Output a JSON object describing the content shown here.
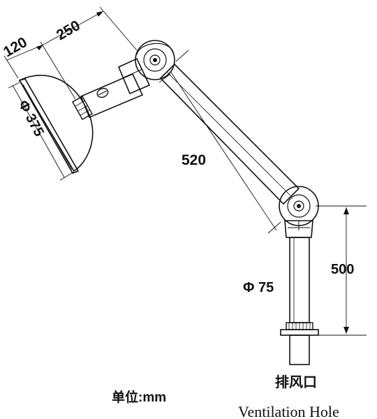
{
  "dimensions": {
    "hood_depth": "120",
    "arm_short": "250",
    "hood_diameter": "Φ 375",
    "arm_long": "520",
    "pipe_diameter": "Φ 75",
    "riser_height": "500"
  },
  "unit_label": "单位:mm",
  "vent_hole": {
    "label_cn": "排风口",
    "label_en": "Ventilation Hole"
  }
}
